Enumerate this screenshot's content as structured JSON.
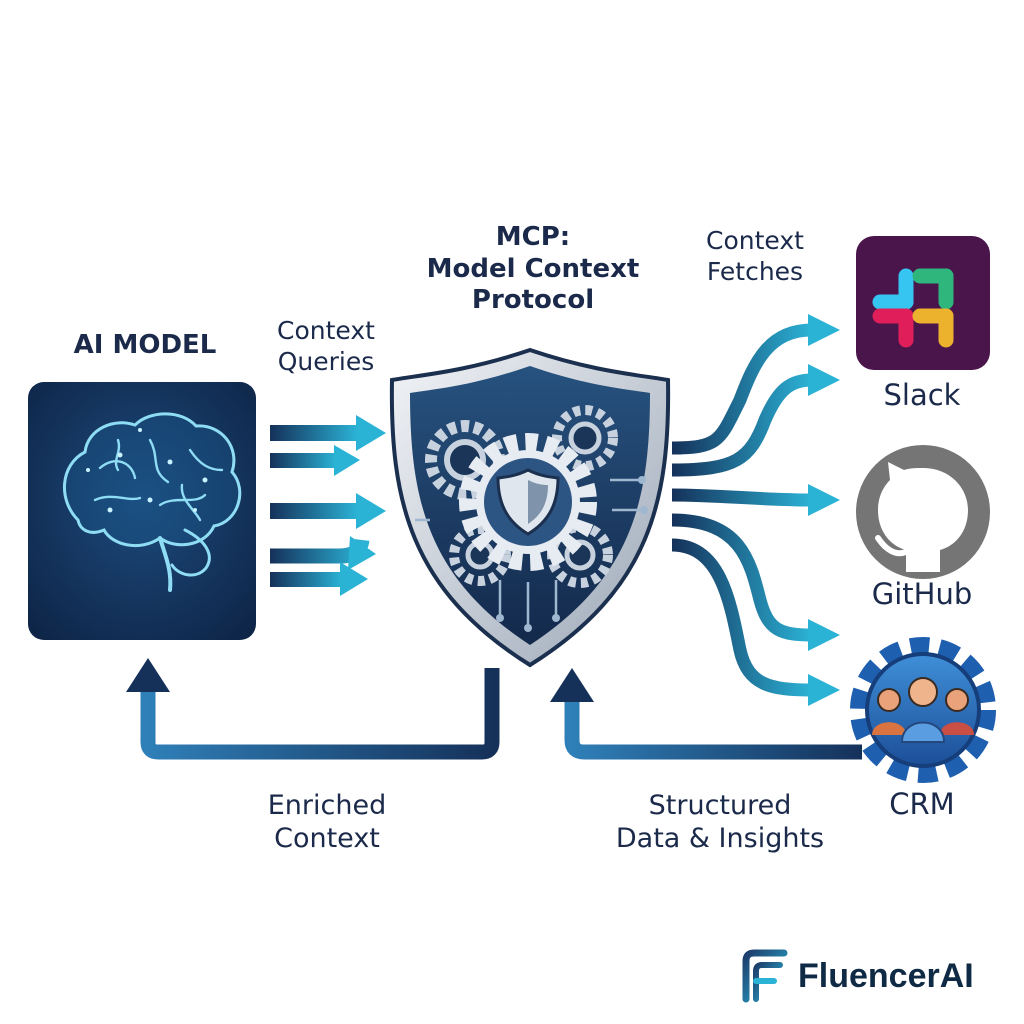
{
  "colors": {
    "navy": "#15315a",
    "blue": "#1f5c92",
    "cyan": "#2bb3d6",
    "text": "#1b2a4a",
    "slack_bg": "#4a154b",
    "github_bg": "#757575"
  },
  "ai_model": {
    "title": "AI MODEL",
    "icon": "brain-icon"
  },
  "mcp": {
    "title_lines": [
      "MCP:",
      "Model Context",
      "Protocol"
    ],
    "icon": "shield-gears-icon"
  },
  "flows": {
    "context_queries": [
      "Context",
      "Queries"
    ],
    "context_fetches": [
      "Context",
      "Fetches"
    ],
    "enriched_context": [
      "Enriched",
      "Context"
    ],
    "structured_data": [
      "Structured",
      "Data & Insights"
    ]
  },
  "services": [
    {
      "name": "Slack",
      "icon": "slack-logo-icon"
    },
    {
      "name": "GitHub",
      "icon": "github-logo-icon"
    },
    {
      "name": "CRM",
      "icon": "crm-gear-people-icon"
    }
  ],
  "brand": {
    "name": "FluencerAI",
    "icon": "fluencer-logo-icon"
  }
}
